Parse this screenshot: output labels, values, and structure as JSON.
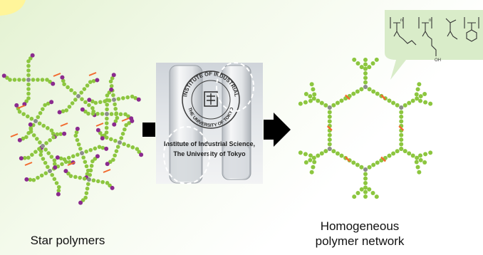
{
  "captions": {
    "left": "Star polymers",
    "right_line1": "Homogeneous",
    "right_line2": "polymer network"
  },
  "photo": {
    "line1": "Institute of Industrial Science,",
    "line2": "The University of Tokyo",
    "seal_top": "INSTITUTE OF INDUSTRIAL",
    "seal_bottom": "THE UNIVERSITY OF TOKYO"
  },
  "structures": {
    "n_label": "n",
    "oh_label": "OH"
  },
  "colors": {
    "bead": "#8cc63f",
    "crosslink": "#f26a2e",
    "end_group": "#8b2a8f",
    "core": "#8c8c8c",
    "arrow": "#000000",
    "bubble": "#d9ecc9"
  }
}
